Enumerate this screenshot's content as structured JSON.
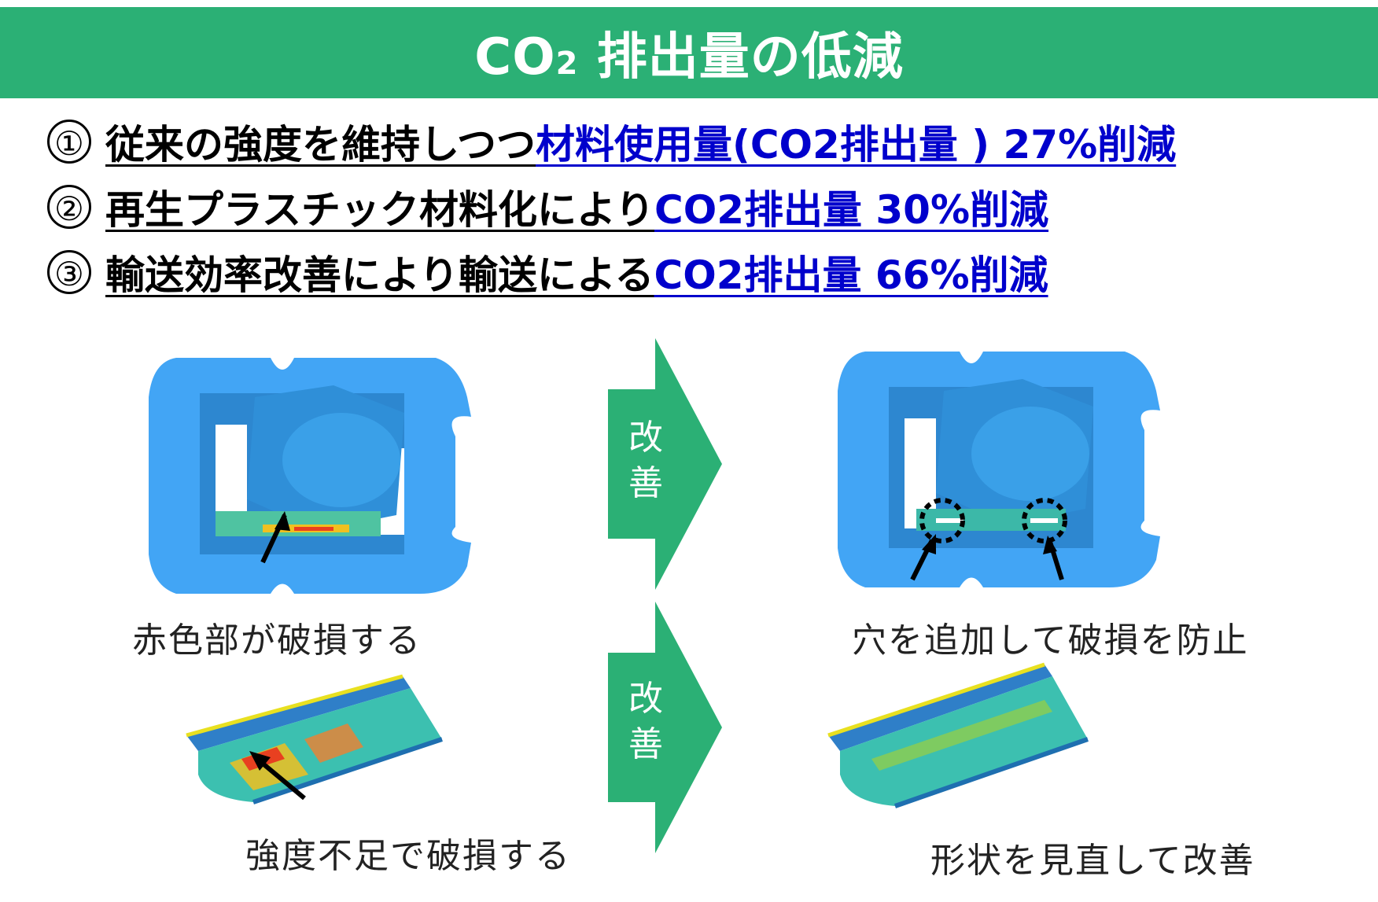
{
  "header": {
    "title_prefix": "CO",
    "title_sub": "2",
    "title_rest": " 排出量の低減"
  },
  "points": [
    {
      "number": "①",
      "text": "従来の強度を維持しつつ ",
      "highlight": "材料使用量(CO2排出量 ) 27%削減"
    },
    {
      "number": "②",
      "text": "再生プラスチック材料化により ",
      "highlight": "CO2排出量 30%削減"
    },
    {
      "number": "③",
      "text": "輸送効率改善により輸送による ",
      "highlight": "CO2排出量 66%削減"
    }
  ],
  "arrows": [
    {
      "label_1": "改",
      "label_2": "善"
    },
    {
      "label_1": "改",
      "label_2": "善"
    }
  ],
  "captions": {
    "before_top": "赤色部が破損する",
    "after_top": "穴を追加して破損を防止",
    "before_bottom": "強度不足で破損する",
    "after_bottom": "形状を見直して改善"
  },
  "colors": {
    "accent": "#2bb075",
    "highlight": "#0000cc",
    "part": "#42a5f5"
  }
}
